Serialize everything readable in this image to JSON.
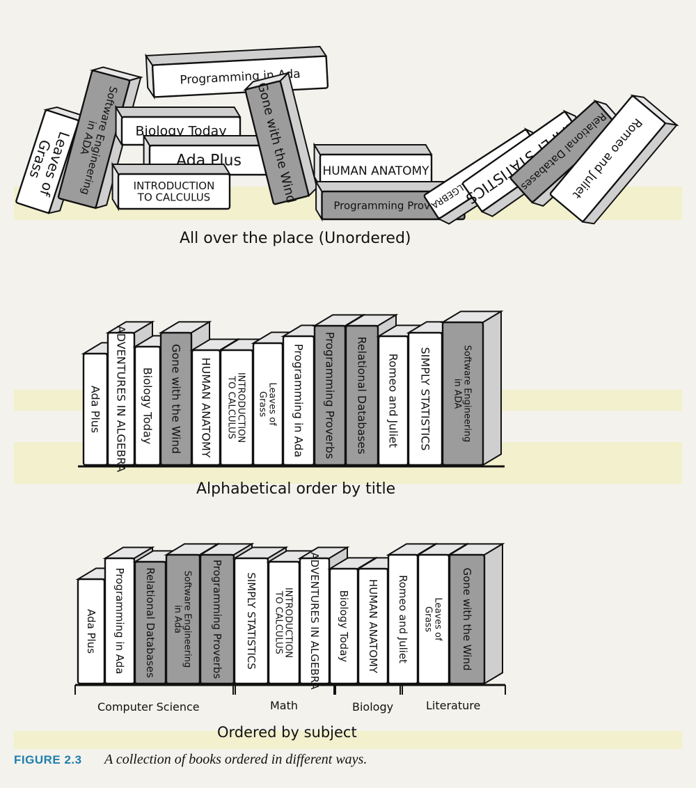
{
  "figure": {
    "label": "FIGURE 2.3",
    "caption": "A collection of books ordered in different ways."
  },
  "headings": {
    "unordered": "All over the place (Unordered)",
    "alphabetical": "Alphabetical order by title",
    "subject": "Ordered by subject"
  },
  "subjects": [
    "Computer Science",
    "Math",
    "Biology",
    "Literature"
  ],
  "unordered_books": [
    "Leaves of Grass",
    "Software Engineering in ADA",
    "Programming in Ada",
    "Biology Today",
    "Ada Plus",
    "INTRODUCTION TO CALCULUS",
    "Gone with the Wind",
    "HUMAN ANATOMY",
    "Programming Proverbs",
    "ADVENTURES IN ALGEBRA",
    "SIMPLY STATISTICS",
    "Relational Databases",
    "Romeo and Juliet"
  ],
  "alphabetical_books": [
    "Ada Plus",
    "ADVENTURES IN ALGEBRA",
    "Biology Today",
    "Gone with the Wind",
    "HUMAN ANATOMY",
    "INTRODUCTION TO CALCULUS",
    "Leaves of Grass",
    "Programming in Ada",
    "Programming Proverbs",
    "Relational Databases",
    "Romeo and Juliet",
    "SIMPLY STATISTICS",
    "Software Engineering in ADA"
  ],
  "subject_books": [
    "Ada Plus",
    "Programming in Ada",
    "Relational Databases",
    "Software Engineering in Ada",
    "Programming Proverbs",
    "SIMPLY STATISTICS",
    "INTRODUCTION TO CALCULUS",
    "ADVENTURES IN ALGEBRA",
    "Biology Today",
    "HUMAN ANATOMY",
    "Romeo and Juliet",
    "Leaves of Grass",
    "Gone with the Wind"
  ]
}
